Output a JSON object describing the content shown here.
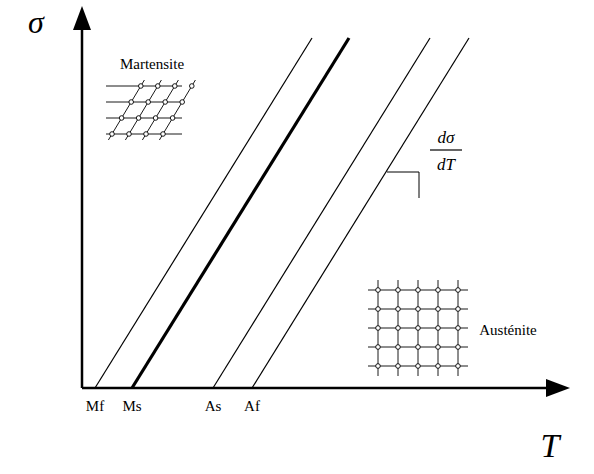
{
  "diagram": {
    "labels": [
      "σ",
      "T",
      "Martensite",
      "Austénite",
      "Mf",
      "Ms",
      "As",
      "Af",
      "dσ",
      "dT"
    ]
  }
}
